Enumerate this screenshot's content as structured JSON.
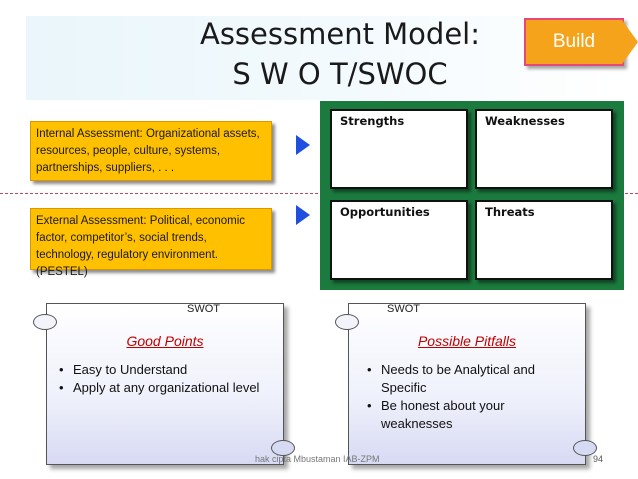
{
  "slide": {
    "title_line1": "Assessment Model:",
    "title_line2": "S W O T/SWOC",
    "build_label": "Build",
    "internal_assessment": "Internal Assessment: Organizational assets, resources, people, culture, systems, partnerships, suppliers, . . .",
    "external_assessment": "External Assessment: Political, economic factor, competitor’s, social trends, technology, regulatory environment. (PESTEL)",
    "footer": "hak cipta Mbustaman IAB-ZPM",
    "page_number": "94"
  },
  "swot_grid": {
    "strengths": "Strengths",
    "weaknesses": "Weaknesses",
    "opportunities": "Opportunities",
    "threats": "Threats"
  },
  "good_points": {
    "tag": "SWOT",
    "heading": "Good Points",
    "items": [
      "Easy to Understand",
      "Apply at any organizational level"
    ]
  },
  "pitfalls": {
    "tag": "SWOT",
    "heading": "Possible Pitfalls",
    "items": [
      "Needs to be Analytical and Specific",
      "Be honest about your weaknesses"
    ]
  },
  "colors": {
    "accent_orange": "#f5a31a",
    "grid_green": "#1b7a3e",
    "heading_red": "#c00000",
    "arrow_blue": "#1f4fe0"
  }
}
